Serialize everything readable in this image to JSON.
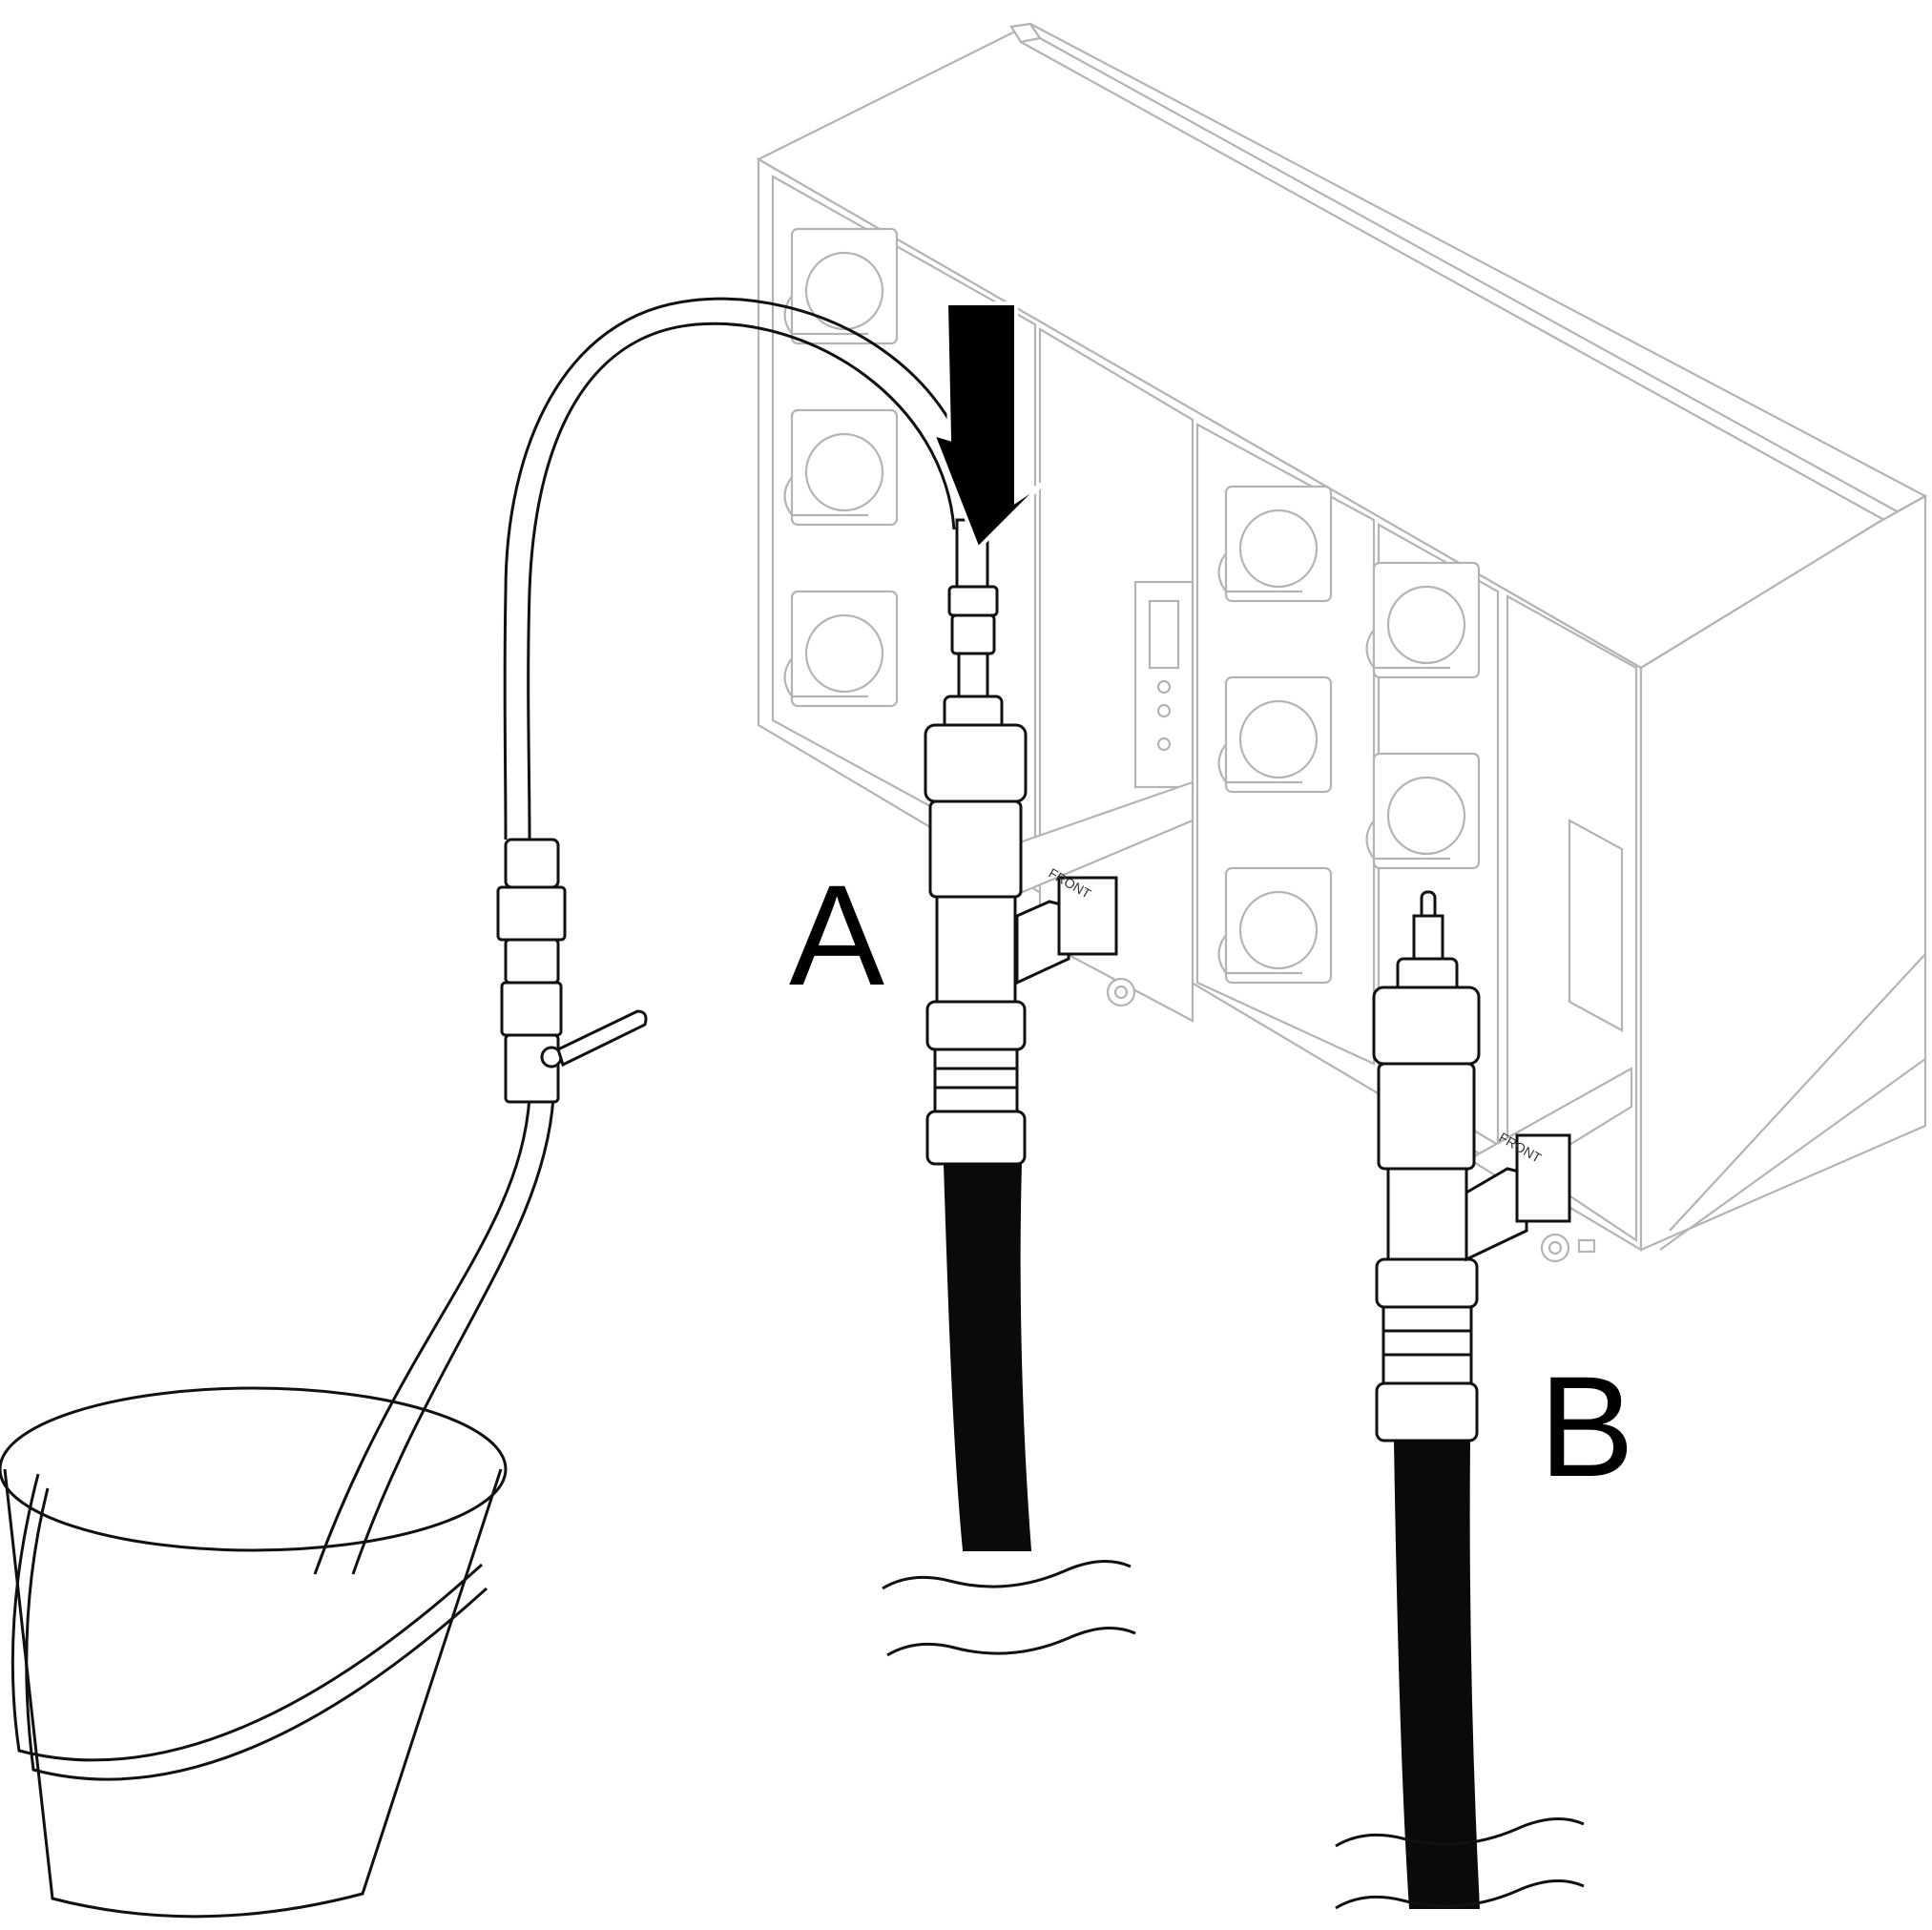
{
  "callouts": {
    "a": "A",
    "b": "B"
  },
  "front_text": "FRONT",
  "colors": {
    "line_art": "#111111",
    "chassis_gray": "#b4b4b4",
    "hose": "#0a0a0a",
    "background": "#ffffff"
  },
  "icons": [
    "arrow-down-icon",
    "drain-bucket",
    "ball-valve"
  ]
}
